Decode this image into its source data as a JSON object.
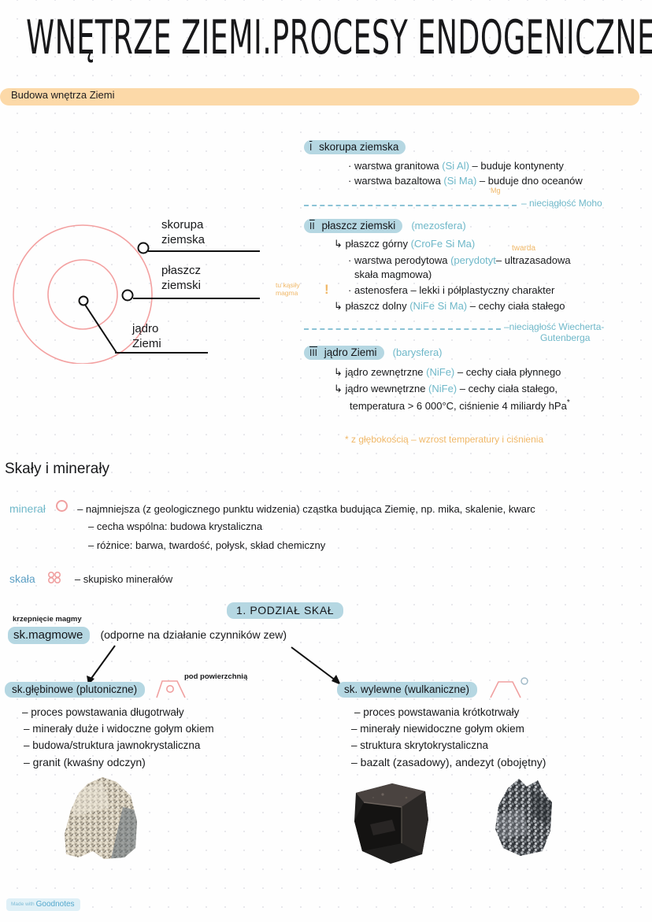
{
  "page": {
    "title": "WNĘTRZE ZIEMI.PROCESY ENDOGENICZNE",
    "section_bar": "Budowa wnętrza Ziemi",
    "badge_prefix": "Made with",
    "badge_name": "Goodnotes"
  },
  "colors": {
    "highlight_blue": "#b5d7e2",
    "highlight_orange": "#fcd9a8",
    "accent_teal": "#6fb8c9",
    "accent_orange": "#f0b868",
    "accent_pink": "#f09a9a",
    "ink": "#17181a"
  },
  "diagram": {
    "labels": [
      {
        "line1": "skorupa",
        "line2": "ziemska"
      },
      {
        "line1": "płaszcz",
        "line2": "ziemski"
      },
      {
        "line1": "jądro",
        "line2": "Ziemi"
      }
    ]
  },
  "layers": {
    "i": {
      "numeral": "I",
      "title": "skorupa ziemska",
      "items": [
        {
          "bullet": "·",
          "text": "warstwa granitowa ",
          "chem": "(Si Al)",
          "tail": " – buduje kontynenty"
        },
        {
          "bullet": "·",
          "text": "warstwa bazaltowa ",
          "chem": "(Si Ma)",
          "tail": " – buduje dno oceanów",
          "sub": "Mg"
        }
      ],
      "discontinuity": "– nieciągłość Moho"
    },
    "ii": {
      "numeral": "II",
      "title": "płaszcz ziemski",
      "paren": "(mezosfera)",
      "upper": {
        "arrow": "↳",
        "text": "płaszcz górny ",
        "chem": "(CroFe Si Ma)"
      },
      "peridotite": {
        "bullet": "·",
        "text": "warstwa perodytowa ",
        "chem": "(perydotyt",
        "tail": "– ultrazasadowa",
        "line2": "skała magmowa)",
        "note": "twarda"
      },
      "asthenosphere": {
        "bullet": "·",
        "text": "astenosfera – lekki i półplastyczny charakter",
        "side_note_1": "tu kąsiły",
        "side_note_2": "magma",
        "marker": "!"
      },
      "lower": {
        "arrow": "↳",
        "text": "płaszcz dolny ",
        "chem": "(NiFe Si Ma)",
        "tail": " – cechy ciała stałego"
      },
      "discontinuity_1": "–nieciągłość Wiecherta-",
      "discontinuity_2": "Gutenberga"
    },
    "iii": {
      "numeral": "III",
      "title": "jądro Ziemi",
      "paren": "(barysfera)",
      "outer": {
        "arrow": "↳",
        "text": "jądro zewnętrzne ",
        "chem": "(NiFe)",
        "tail": " – cechy ciała płynnego"
      },
      "inner": {
        "arrow": "↳",
        "text": "jądro wewnętrzne ",
        "chem": "(NiFe)",
        "tail": " – cechy ciała stałego,"
      },
      "inner_line2": "temperatura > 6 000°C, ciśnienie  4 miliardy hPa",
      "inner_star": "*"
    },
    "footnote": "* z głębokością – wzrost temperatury i ciśnienia"
  },
  "rocks": {
    "heading": "Skały i minerały",
    "mineral": {
      "label": "minerał",
      "icon": "circle-outline-icon",
      "def": "– najmniejsza (z geologicznego punktu widzenia) cząstka budująca Ziemię, np. mika, skalenie, kwarc",
      "bullets": [
        "– cecha wspólna: budowa krystaliczna",
        "– różnice: barwa, twardość, połysk, skład chemiczny"
      ]
    },
    "skala": {
      "label": "skała",
      "icon": "circle-cluster-icon",
      "def": "– skupisko minerałów"
    },
    "division_title": "1. PODZIAŁ SKAŁ",
    "magmowe": {
      "note": "krzepnięcie magmy",
      "pill": "sk.magmowe",
      "tail": "(odporne na działanie czynników zew)"
    },
    "plutonic": {
      "pill": "sk.głębinowe (plutoniczne)",
      "icon_note": "pod powierzchnią",
      "bullets": [
        "– proces powstawania długotrwały",
        "– minerały duże i widoczne gołym okiem",
        "– budowa/struktura jawnokrystaliczna",
        "– granit (kwaśny odczyn)"
      ]
    },
    "volcanic": {
      "pill": "sk. wylewne (wulkaniczne)",
      "bullets": [
        "– proces powstawania krótkotrwały",
        "– minerały niewidoczne gołym okiem",
        "– struktura skrytokrystaliczna",
        "– bazalt (zasadowy), andezyt (obojętny)"
      ]
    },
    "photos": [
      {
        "name": "granite-photo"
      },
      {
        "name": "basalt-photo"
      },
      {
        "name": "andesite-photo"
      }
    ]
  }
}
